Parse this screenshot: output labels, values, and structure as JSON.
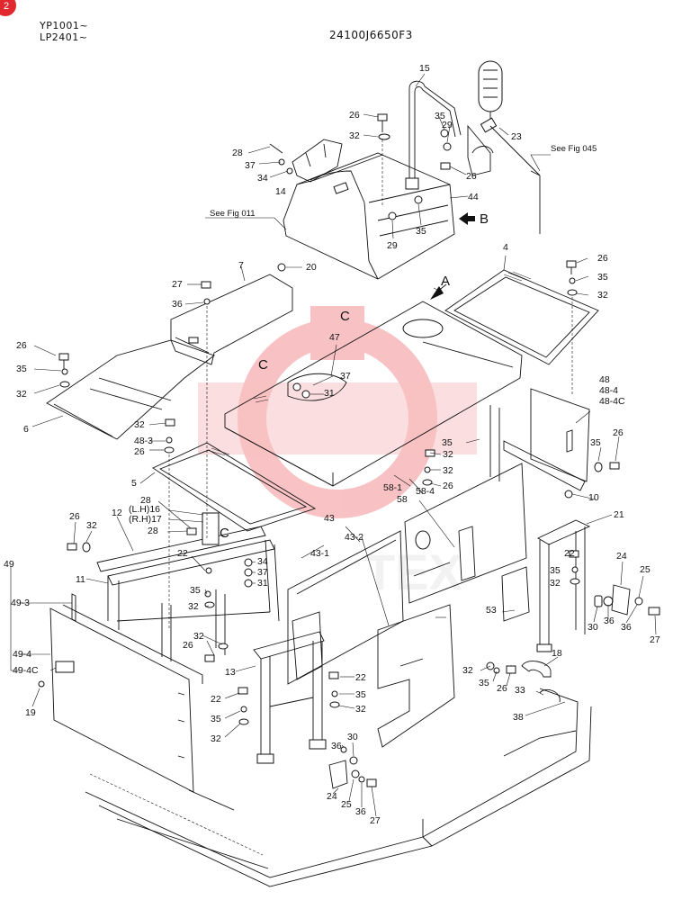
{
  "header": {
    "serial_line_1": "YP1001~",
    "serial_line_2": "LP2401~",
    "drawing_number": "24100J6650F3",
    "corner_badge": "2"
  },
  "references": {
    "fig_045": "See Fig 045",
    "fig_011": "See Fig 011"
  },
  "view_markers": {
    "a": "A",
    "b": "B",
    "c": "C"
  },
  "watermark": "TEX",
  "colors": {
    "line": "#111111",
    "watermark": "#e8282e",
    "badge": "#e0282e"
  },
  "callouts": [
    {
      "id": "p15",
      "text": "15"
    },
    {
      "id": "p26a",
      "text": "26"
    },
    {
      "id": "p35a",
      "text": "35"
    },
    {
      "id": "p32a",
      "text": "32"
    },
    {
      "id": "p29a",
      "text": "29"
    },
    {
      "id": "p23",
      "text": "23"
    },
    {
      "id": "p28a",
      "text": "28"
    },
    {
      "id": "p37a",
      "text": "37"
    },
    {
      "id": "p34a",
      "text": "34"
    },
    {
      "id": "p14",
      "text": "14"
    },
    {
      "id": "p26b",
      "text": "26"
    },
    {
      "id": "p44",
      "text": "44"
    },
    {
      "id": "p29b",
      "text": "29"
    },
    {
      "id": "p35b",
      "text": "35"
    },
    {
      "id": "p4",
      "text": "4"
    },
    {
      "id": "p26c",
      "text": "26"
    },
    {
      "id": "p35c",
      "text": "35"
    },
    {
      "id": "p32c",
      "text": "32"
    },
    {
      "id": "p7",
      "text": "7"
    },
    {
      "id": "p20",
      "text": "20"
    },
    {
      "id": "p27a",
      "text": "27"
    },
    {
      "id": "p36a",
      "text": "36"
    },
    {
      "id": "p47",
      "text": "47"
    },
    {
      "id": "p37b",
      "text": "37"
    },
    {
      "id": "p31a",
      "text": "31"
    },
    {
      "id": "p26d",
      "text": "26"
    },
    {
      "id": "p35d",
      "text": "35"
    },
    {
      "id": "p32d",
      "text": "32"
    },
    {
      "id": "p6",
      "text": "6"
    },
    {
      "id": "p48",
      "text": "48"
    },
    {
      "id": "p48_4",
      "text": "48-4"
    },
    {
      "id": "p48_4c",
      "text": "48-4C"
    },
    {
      "id": "p26e",
      "text": "26"
    },
    {
      "id": "p35e",
      "text": "35"
    },
    {
      "id": "p32e",
      "text": "32"
    },
    {
      "id": "p48_3",
      "text": "48-3"
    },
    {
      "id": "p26f",
      "text": "26"
    },
    {
      "id": "p35f",
      "text": "35"
    },
    {
      "id": "p32f",
      "text": "32"
    },
    {
      "id": "p32g",
      "text": "32"
    },
    {
      "id": "p26g",
      "text": "26"
    },
    {
      "id": "p5",
      "text": "5"
    },
    {
      "id": "p58_1",
      "text": "58-1"
    },
    {
      "id": "p58_4",
      "text": "58-4"
    },
    {
      "id": "p58",
      "text": "58"
    },
    {
      "id": "p10",
      "text": "10"
    },
    {
      "id": "p21",
      "text": "21"
    },
    {
      "id": "p28b",
      "text": "28"
    },
    {
      "id": "p16",
      "text": "(L.H)16"
    },
    {
      "id": "p17",
      "text": "(R.H)17"
    },
    {
      "id": "p12",
      "text": "12"
    },
    {
      "id": "p26h",
      "text": "26"
    },
    {
      "id": "p32h",
      "text": "32"
    },
    {
      "id": "p28c",
      "text": "28"
    },
    {
      "id": "p43",
      "text": "43"
    },
    {
      "id": "p43_1",
      "text": "43-1"
    },
    {
      "id": "p43_2",
      "text": "43-2"
    },
    {
      "id": "p22a",
      "text": "22"
    },
    {
      "id": "p35g",
      "text": "35"
    },
    {
      "id": "p32i",
      "text": "32"
    },
    {
      "id": "p49",
      "text": "49"
    },
    {
      "id": "p11",
      "text": "11"
    },
    {
      "id": "p22b",
      "text": "22"
    },
    {
      "id": "p34b",
      "text": "34"
    },
    {
      "id": "p37c",
      "text": "37"
    },
    {
      "id": "p31b",
      "text": "31"
    },
    {
      "id": "p35h",
      "text": "35"
    },
    {
      "id": "p32j",
      "text": "32"
    },
    {
      "id": "p49_3",
      "text": "49-3"
    },
    {
      "id": "p24a",
      "text": "24"
    },
    {
      "id": "p25a",
      "text": "25"
    },
    {
      "id": "p30a",
      "text": "30"
    },
    {
      "id": "p36b",
      "text": "36"
    },
    {
      "id": "p36c",
      "text": "36"
    },
    {
      "id": "p27b",
      "text": "27"
    },
    {
      "id": "p53",
      "text": "53"
    },
    {
      "id": "p32k",
      "text": "32"
    },
    {
      "id": "p26i",
      "text": "26"
    },
    {
      "id": "p49_4",
      "text": "49-4"
    },
    {
      "id": "p49_4c",
      "text": "49-4C"
    },
    {
      "id": "p19",
      "text": "19"
    },
    {
      "id": "p13",
      "text": "13"
    },
    {
      "id": "p22c",
      "text": "22"
    },
    {
      "id": "p35i",
      "text": "35"
    },
    {
      "id": "p32l",
      "text": "32"
    },
    {
      "id": "p22d",
      "text": "22"
    },
    {
      "id": "p35j",
      "text": "35"
    },
    {
      "id": "p32m",
      "text": "32"
    },
    {
      "id": "p18",
      "text": "18"
    },
    {
      "id": "p32n",
      "text": "32"
    },
    {
      "id": "p35k",
      "text": "35"
    },
    {
      "id": "p26j",
      "text": "26"
    },
    {
      "id": "p33",
      "text": "33"
    },
    {
      "id": "p38",
      "text": "38"
    },
    {
      "id": "p36d",
      "text": "36"
    },
    {
      "id": "p30b",
      "text": "30"
    },
    {
      "id": "p24b",
      "text": "24"
    },
    {
      "id": "p25b",
      "text": "25"
    },
    {
      "id": "p36e",
      "text": "36"
    },
    {
      "id": "p27c",
      "text": "27"
    },
    {
      "id": "p49_3dash",
      "text": "49-3"
    },
    {
      "id": "p32o",
      "text": "32"
    }
  ]
}
